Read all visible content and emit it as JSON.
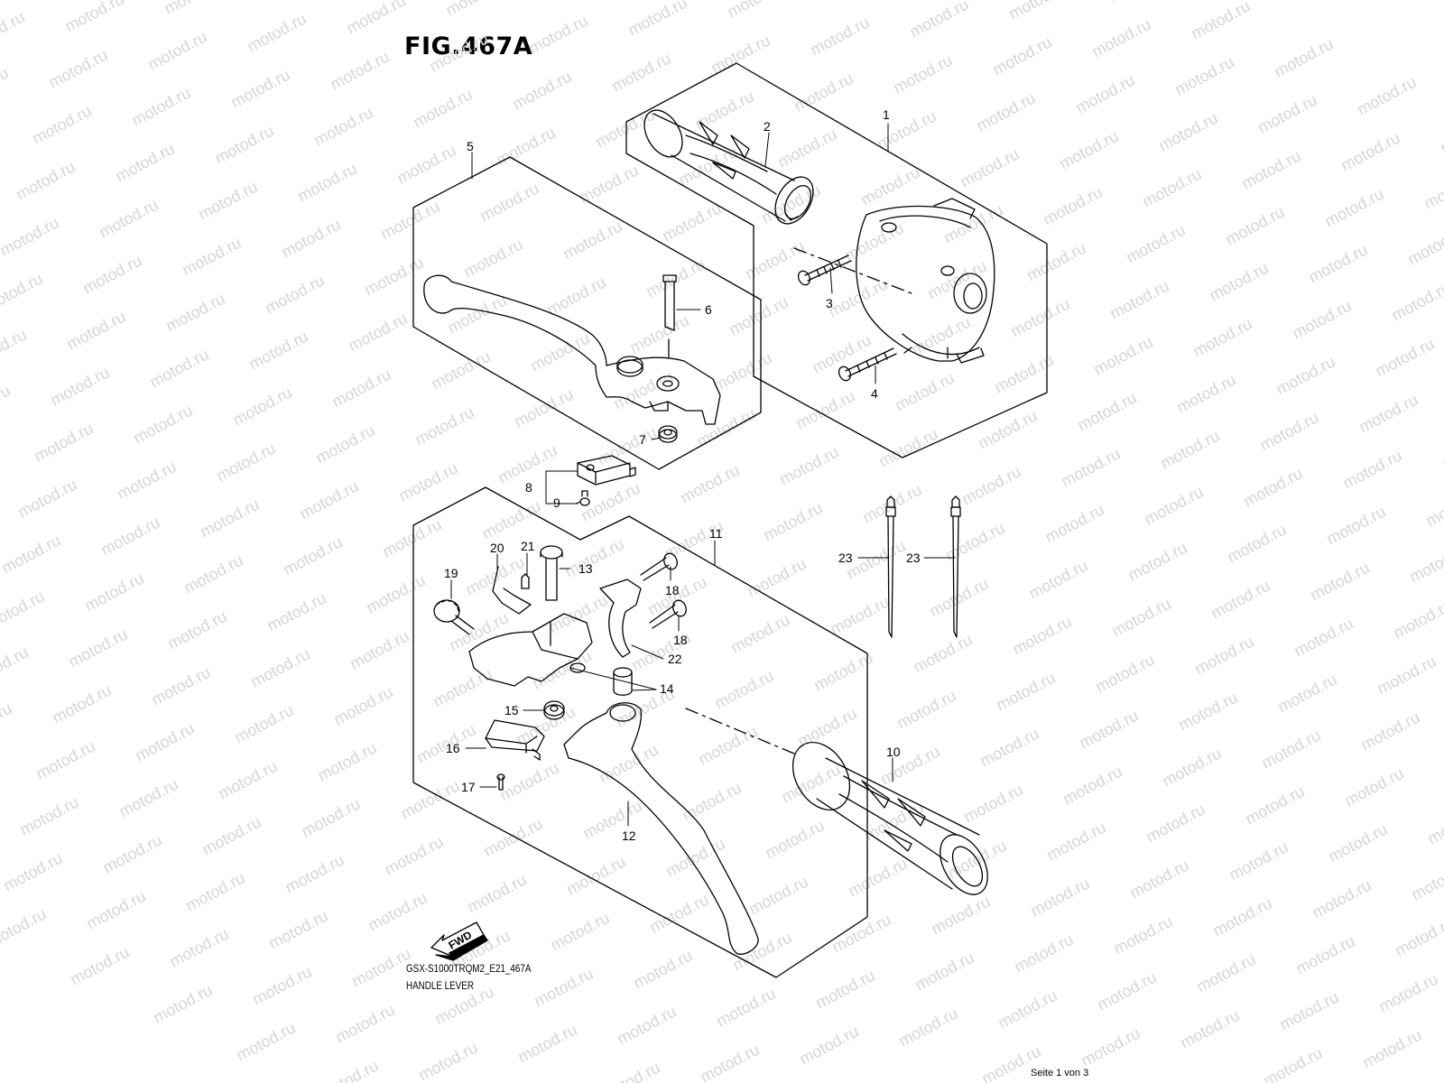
{
  "figure": {
    "title": "FIG.467A",
    "model_code": "GSX-S1000TRQM2_E21_467A",
    "group_name": "HANDLE LEVER",
    "page_indicator": "Seite 1 von 3",
    "watermark_text": "motod.ru"
  },
  "callouts": [
    {
      "id": "c1",
      "label": "1"
    },
    {
      "id": "c2",
      "label": "2"
    },
    {
      "id": "c3",
      "label": "3"
    },
    {
      "id": "c4",
      "label": "4"
    },
    {
      "id": "c5",
      "label": "5"
    },
    {
      "id": "c6",
      "label": "6"
    },
    {
      "id": "c7",
      "label": "7"
    },
    {
      "id": "c8",
      "label": "8"
    },
    {
      "id": "c9",
      "label": "9"
    },
    {
      "id": "c10",
      "label": "10"
    },
    {
      "id": "c11",
      "label": "11"
    },
    {
      "id": "c12",
      "label": "12"
    },
    {
      "id": "c13",
      "label": "13"
    },
    {
      "id": "c14",
      "label": "14"
    },
    {
      "id": "c15",
      "label": "15"
    },
    {
      "id": "c16",
      "label": "16"
    },
    {
      "id": "c17",
      "label": "17"
    },
    {
      "id": "c18a",
      "label": "18"
    },
    {
      "id": "c18b",
      "label": "18"
    },
    {
      "id": "c19",
      "label": "19"
    },
    {
      "id": "c20",
      "label": "20"
    },
    {
      "id": "c21",
      "label": "21"
    },
    {
      "id": "c22",
      "label": "22"
    },
    {
      "id": "c23a",
      "label": "23"
    },
    {
      "id": "c23b",
      "label": "23"
    }
  ],
  "fwd_arrow": {
    "label": "FWD"
  },
  "colors": {
    "line": "#000000",
    "watermark": "#d6d6d6",
    "background": "#ffffff"
  }
}
